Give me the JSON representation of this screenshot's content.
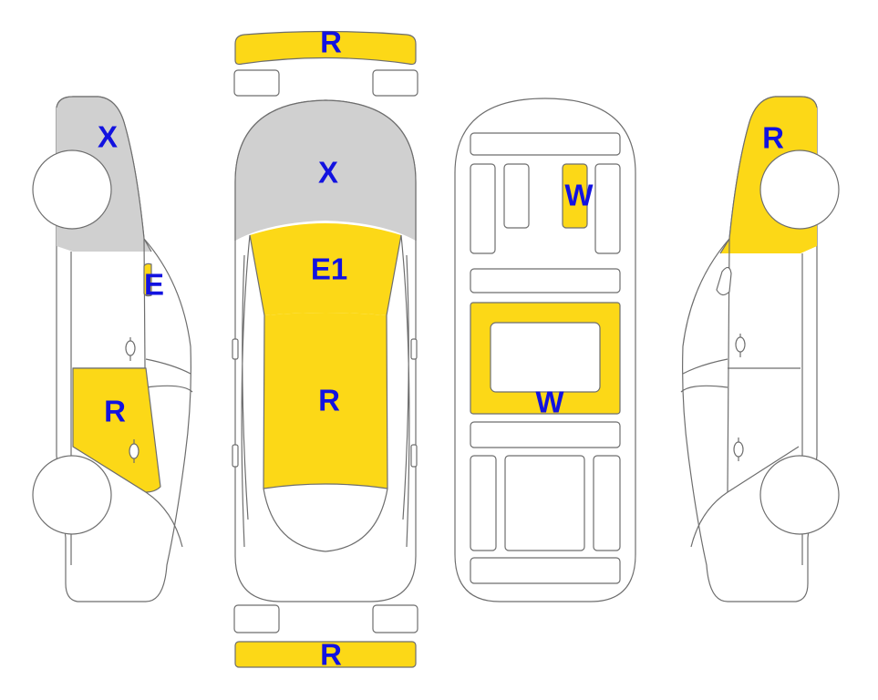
{
  "colors": {
    "damaged": "#FCD817",
    "replaced": "#D0D0D0",
    "label": "#1212E0"
  },
  "labels": {
    "front_bumper": "R",
    "rear_bumper": "R",
    "left_front": "X",
    "left_fuel": "E",
    "left_rear_door": "R",
    "top_hood": "X",
    "top_windshield": "E1",
    "top_roof": "R",
    "under_small": "W",
    "under_center": "W",
    "right_front": "R"
  }
}
